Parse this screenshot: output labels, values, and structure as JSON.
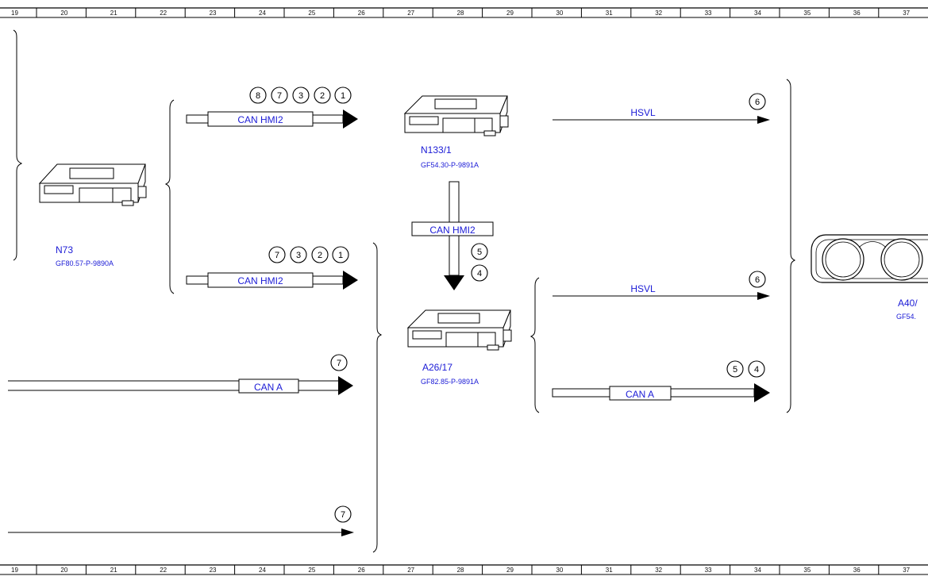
{
  "ruler": {
    "columns": [
      "19",
      "20",
      "21",
      "22",
      "23",
      "24",
      "25",
      "26",
      "27",
      "28",
      "29",
      "30",
      "31",
      "32",
      "33",
      "34",
      "35",
      "36",
      "37"
    ]
  },
  "colors": {
    "label_blue": "#1b1bd6",
    "line": "#000000",
    "box_fill": "#ffffff"
  },
  "components": {
    "n73": {
      "name": "N73",
      "ref": "GF80.57-P-9890A"
    },
    "n133_1": {
      "name": "N133/1",
      "ref": "GF54.30-P-9891A"
    },
    "a26_17": {
      "name": "A26/17",
      "ref": "GF82.85-P-9891A"
    },
    "a40": {
      "name": "A40/",
      "ref": "GF54."
    }
  },
  "connections": {
    "top_can_hmi2": {
      "label": "CAN HMI2",
      "markers": [
        "8",
        "7",
        "3",
        "2",
        "1"
      ]
    },
    "mid_can_hmi2": {
      "label": "CAN HMI2",
      "markers": [
        "7",
        "3",
        "2",
        "1"
      ]
    },
    "vertical_can_hmi2": {
      "label": "CAN HMI2",
      "markers": [
        "5",
        "4"
      ]
    },
    "left_can_a": {
      "label": "CAN A",
      "markers": [
        "7"
      ]
    },
    "bottom_line": {
      "label": "",
      "markers": [
        "7"
      ]
    },
    "top_hsvl": {
      "label": "HSVL",
      "markers": [
        "6"
      ]
    },
    "mid_hsvl": {
      "label": "HSVL",
      "markers": [
        "6"
      ]
    },
    "right_can_a": {
      "label": "CAN A",
      "markers": [
        "5",
        "4"
      ]
    }
  }
}
